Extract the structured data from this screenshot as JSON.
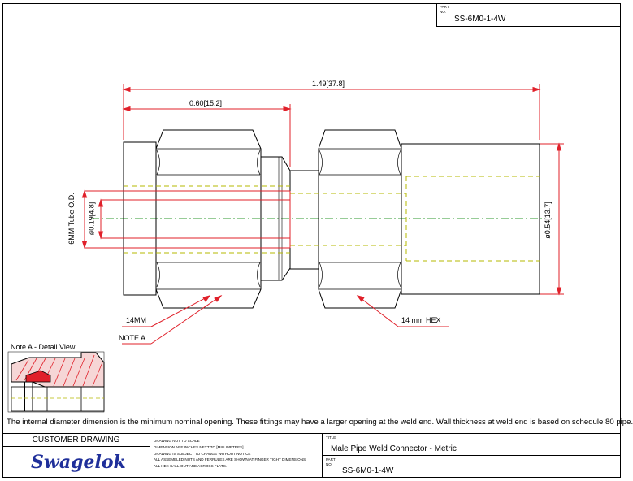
{
  "header": {
    "part_label": "PART",
    "no_label": "NO.",
    "part_number": "SS-6M0-1-4W"
  },
  "dimensions": {
    "overall_length": "1.49[37.8]",
    "nut_length": "0.60[15.2]",
    "tube_od_label": "6MM Tube O.D.",
    "bore_dia": "ø0.19[4.8]",
    "weld_end_dia": "ø0.54[13.7]"
  },
  "callouts": {
    "nut_hex": "14MM",
    "note_a": "NOTE A",
    "body_hex": "14 mm HEX"
  },
  "detail": {
    "title": "Note A - Detail View"
  },
  "note_text": "The internal diameter dimension is the minimum nominal opening. These fittings may have a larger opening at the weld end. Wall thickness at weld end is based on schedule 80 pipe.",
  "title_block": {
    "customer_drawing": "CUSTOMER DRAWING",
    "brand": "Swagelok",
    "notes": [
      "DRAWING NOT TO SCALE",
      "DIMENSION ARE INCHES NEXT TO [MILLIMETRES]",
      "DRAWING IS SUBJECT TO CHANGE WITHOUT NOTICE",
      "ALL ASSEMBLED NUTS AND FERRULES ARE SHOWN AT FINGER TIGHT DIMENSIONS.",
      "ALL HEX CALL-OUT ARE ACROSS FLATS."
    ],
    "title_label": "TITLE",
    "title": "Male Pipe Weld Connector - Metric",
    "part_label": "PART",
    "no_label": "NO.",
    "part_number": "SS-6M0-1-4W"
  },
  "colors": {
    "dimension_red": "#e0202a",
    "hidden_yellow": "#b5b800",
    "centerline_green": "#2f9a2f",
    "brand_blue": "#1f2f9a"
  }
}
